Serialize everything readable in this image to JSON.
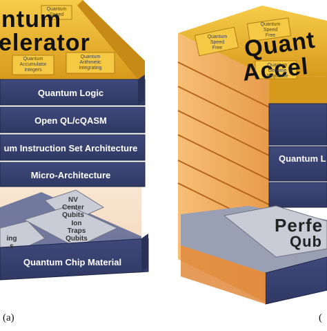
{
  "left_stack": {
    "accelerator_title_line1": "ntum",
    "accelerator_title_line2": "elerator",
    "layers": [
      "Quantum Logic",
      "Open QL/cQASM",
      "um Instruction Set Architecture",
      "Micro-Architecture",
      "Quantum Chip Material"
    ],
    "chips": [
      "NV\nCenter\nQubits",
      "Ion\nTraps\nQubits",
      "ing\ns"
    ],
    "tiles": [
      "Quantum\nSpeed",
      "Quantum\nAccumulator\nIntegers",
      "Quantum\nArithmetic\nIntegrating"
    ],
    "caption": "(a)"
  },
  "right_stack": {
    "accelerator_title_line1": "Quant",
    "accelerator_title_line2": "Accel",
    "layers": [
      "Quantum L"
    ],
    "chip_line1": "Perfe",
    "chip_line2": "Qub",
    "tiles": [
      "Quantum\nSpeed\nFree",
      "Quantum\nSpeed\nFree",
      "Quantum\nGenome\nSequence"
    ],
    "caption": "("
  },
  "colors": {
    "layer_face": "#3b4473",
    "layer_top": "#4f5a8c",
    "gold": "#e9b12b",
    "gold_dark": "#b77f12",
    "orange_glass": "#f0a24a",
    "chip_face": "#c9ccd6",
    "chip_tile": "#9da1ad",
    "translucent_box": "#f6e0c8"
  }
}
